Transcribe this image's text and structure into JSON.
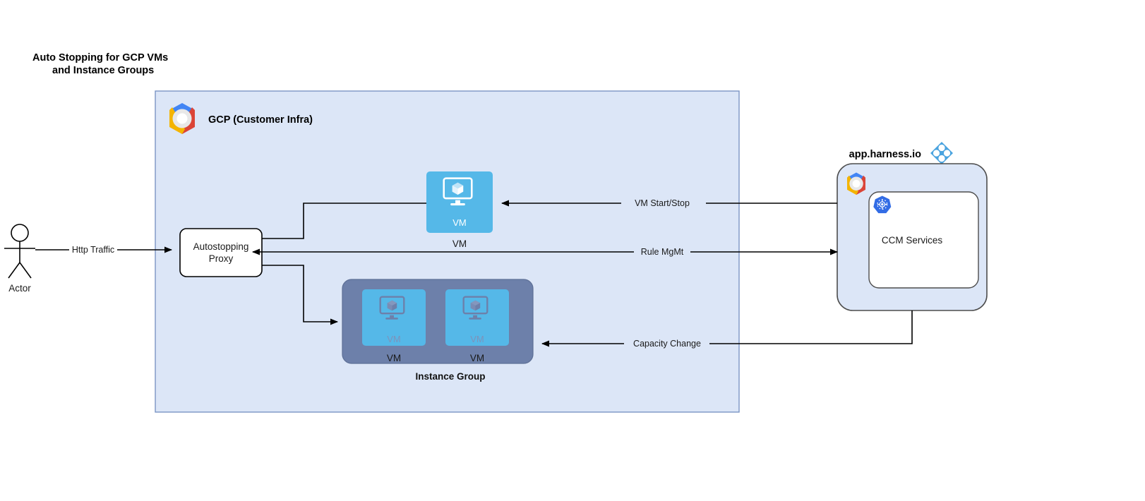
{
  "title": {
    "line1": "Auto Stopping for GCP VMs",
    "line2": "and Instance Groups"
  },
  "actor": {
    "label": "Actor",
    "icon": "actor-stick-figure-icon"
  },
  "edges": [
    {
      "id": "http-traffic",
      "label": "Http Traffic"
    },
    {
      "id": "vm-start-stop",
      "label": "VM Start/Stop"
    },
    {
      "id": "rule-mgmt",
      "label": "Rule MgMt"
    },
    {
      "id": "capacity-change",
      "label": "Capacity Change"
    }
  ],
  "gcp_panel": {
    "header": "GCP (Customer Infra)",
    "icon": "gcp-logo-icon",
    "fill": "#dce6f7",
    "border": "#7a95c4"
  },
  "proxy": {
    "line1": "Autostopping",
    "line2": "Proxy"
  },
  "vm_single": {
    "inner_label": "VM",
    "caption": "VM",
    "icon": "vm-monitor-cube-icon",
    "fill": "#55b8e8"
  },
  "instance_group": {
    "caption": "Instance Group",
    "container_fill": "#6d80aa",
    "tiles": [
      {
        "inner_label": "VM",
        "caption": "VM",
        "icon": "vm-monitor-cube-icon"
      },
      {
        "inner_label": "VM",
        "caption": "VM",
        "icon": "vm-monitor-cube-icon"
      }
    ]
  },
  "harness_panel": {
    "header": "app.harness.io",
    "header_icon": "harness-diamond-logo-icon",
    "corner_icon": "gcp-logo-icon",
    "inner": {
      "label": "CCM Services",
      "icon": "kubernetes-logo-icon",
      "fill": "#ffffff"
    },
    "fill": "#dce6f7",
    "border": "#4d4d4d"
  },
  "colors": {
    "vm_blue": "#55b8e8",
    "panel_blue": "#dce6f7",
    "group_slate": "#6d80aa",
    "harness_blue": "#4aa3df",
    "k8s_blue": "#326ce5",
    "gcp_blue": "#4285f4",
    "gcp_red": "#db4437",
    "gcp_yellow": "#f4b400"
  }
}
